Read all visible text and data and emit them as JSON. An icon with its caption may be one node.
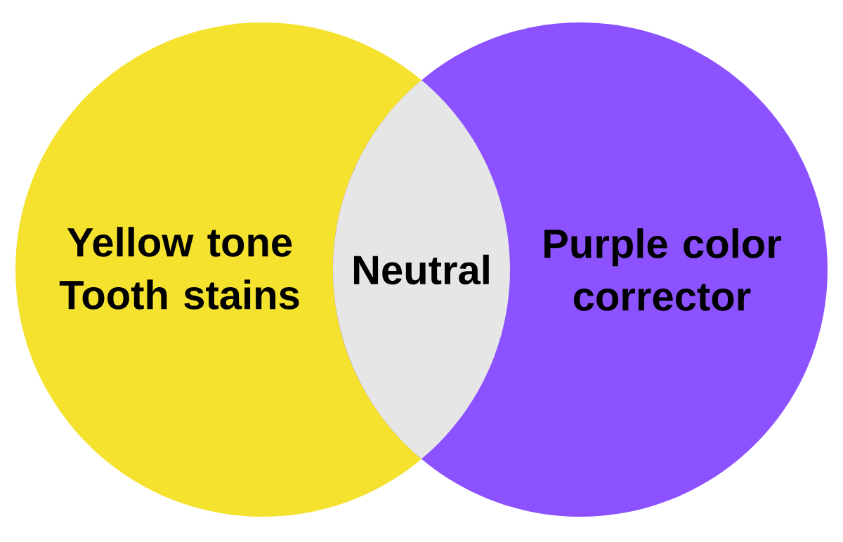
{
  "diagram": {
    "nodes": [
      {
        "text": [
          "Yellow tone",
          "Tooth stains"
        ]
      },
      {
        "text": [
          "Neutral"
        ]
      },
      {
        "text": [
          "Purple color corrector"
        ]
      }
    ]
  }
}
